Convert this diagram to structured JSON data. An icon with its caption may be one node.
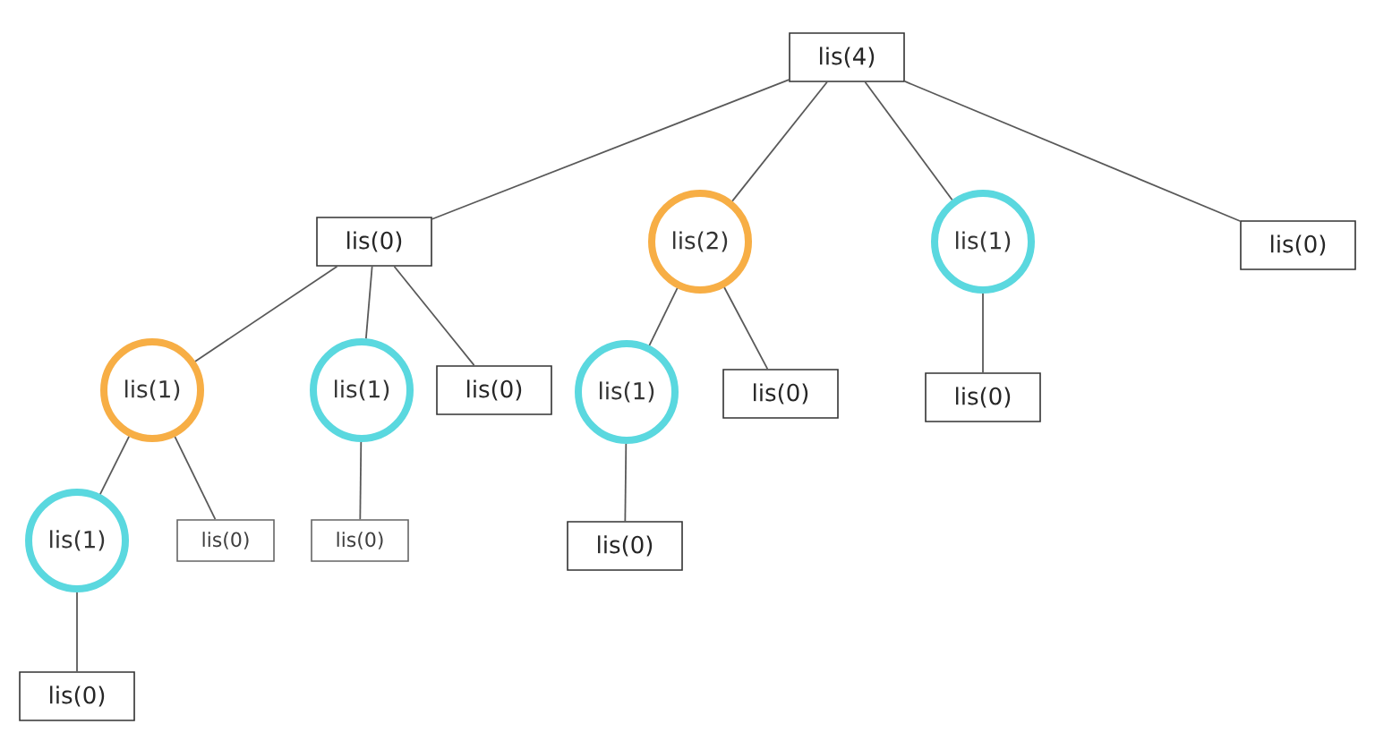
{
  "diagram": {
    "nodes": [
      {
        "text": [
          "lis(4)"
        ]
      },
      {
        "text": [
          "lis(0)"
        ]
      },
      {
        "text": [
          "lis(2)"
        ]
      },
      {
        "text": [
          "lis(1)"
        ]
      },
      {
        "text": [
          "lis(0)"
        ]
      },
      {
        "text": [
          "lis(1)"
        ]
      },
      {
        "text": [
          "lis(1)"
        ]
      },
      {
        "text": [
          "lis(0)"
        ]
      },
      {
        "text": [
          "lis(1)"
        ]
      },
      {
        "text": [
          "lis(0)"
        ]
      },
      {
        "text": [
          "lis(0)"
        ]
      },
      {
        "text": [
          "lis(1)"
        ]
      },
      {
        "text": [
          "lis(0)"
        ]
      },
      {
        "text": [
          "lis(0)"
        ]
      },
      {
        "text": [
          "lis(0)"
        ]
      },
      {
        "text": [
          "lis(0)"
        ]
      }
    ],
    "edges": [
      {
        "from": 0,
        "to": 1,
        "arrow": "none"
      },
      {
        "from": 0,
        "to": 2,
        "arrow": "none"
      },
      {
        "from": 0,
        "to": 3,
        "arrow": "none"
      },
      {
        "from": 0,
        "to": 4,
        "arrow": "none"
      },
      {
        "from": 1,
        "to": 5,
        "arrow": "none"
      },
      {
        "from": 1,
        "to": 6,
        "arrow": "none"
      },
      {
        "from": 1,
        "to": 7,
        "arrow": "none"
      },
      {
        "from": 2,
        "to": 8,
        "arrow": "none"
      },
      {
        "from": 2,
        "to": 9,
        "arrow": "none"
      },
      {
        "from": 3,
        "to": 10,
        "arrow": "none"
      },
      {
        "from": 5,
        "to": 11,
        "arrow": "none"
      },
      {
        "from": 5,
        "to": 12,
        "arrow": "none"
      },
      {
        "from": 6,
        "to": 13,
        "arrow": "none"
      },
      {
        "from": 8,
        "to": 14,
        "arrow": "none"
      },
      {
        "from": 11,
        "to": 15,
        "arrow": "none"
      }
    ]
  }
}
